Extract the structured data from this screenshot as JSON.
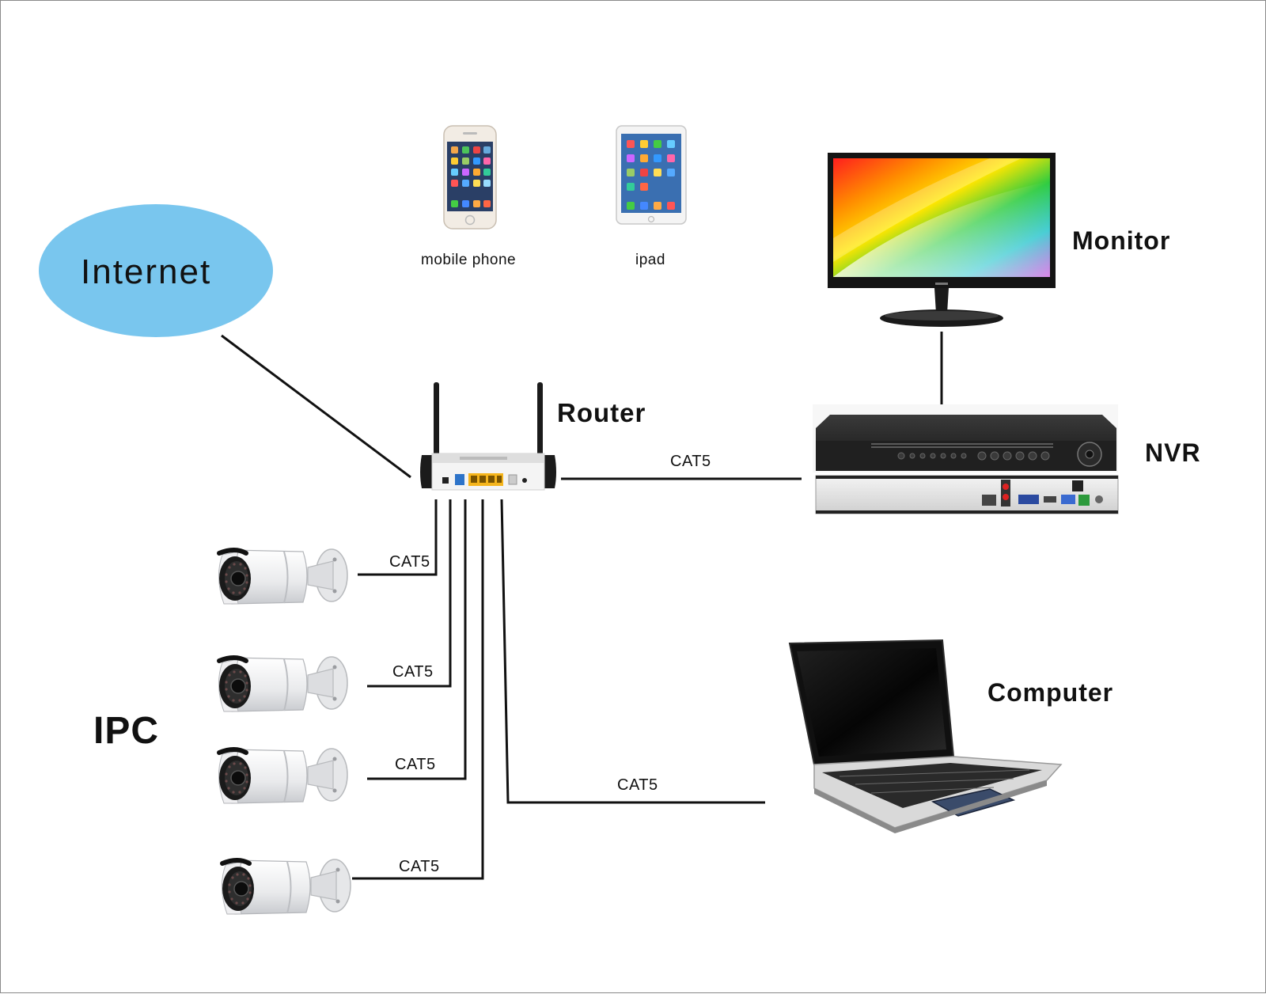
{
  "labels": {
    "internet": "Internet",
    "mobile_phone": "mobile phone",
    "ipad": "ipad",
    "monitor": "Monitor",
    "router": "Router",
    "nvr": "NVR",
    "computer": "Computer",
    "ipc": "IPC"
  },
  "links": [
    {
      "from": "router",
      "to": "nvr",
      "label": "CAT5"
    },
    {
      "from": "router",
      "to": "camera-1",
      "label": "CAT5"
    },
    {
      "from": "router",
      "to": "camera-2",
      "label": "CAT5"
    },
    {
      "from": "router",
      "to": "camera-3",
      "label": "CAT5"
    },
    {
      "from": "router",
      "to": "computer",
      "label": "CAT5"
    },
    {
      "from": "router",
      "to": "camera-4",
      "label": "CAT5"
    }
  ],
  "colors": {
    "internet_fill": "#79c6ee",
    "line": "#111111",
    "device_dark": "#1c1c1c",
    "device_light": "#eeeeee",
    "router_ports": "#f5b51c"
  },
  "icons": [
    "globe-cloud-icon",
    "smartphone-icon",
    "tablet-icon",
    "monitor-icon",
    "router-icon",
    "nvr-icon",
    "laptop-icon",
    "bullet-camera-icon"
  ]
}
